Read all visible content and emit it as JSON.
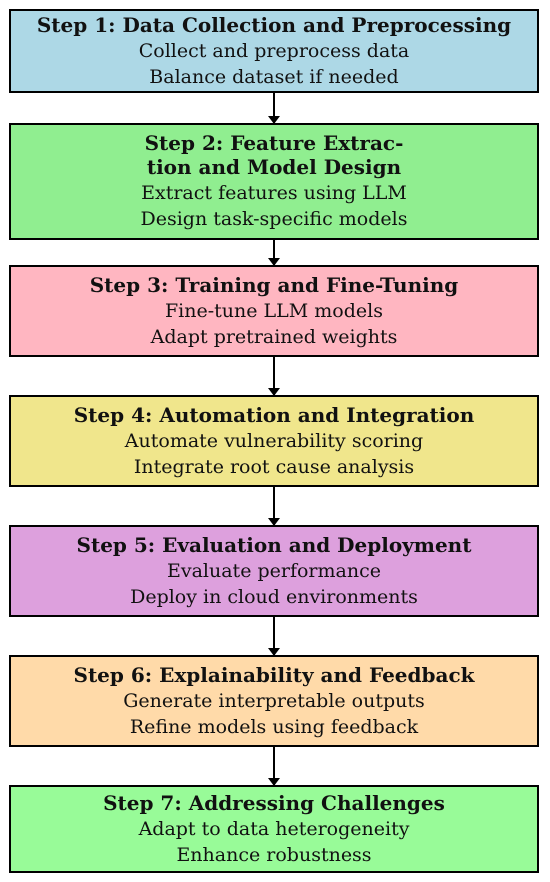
{
  "steps": [
    {
      "title": "Step 1: Data Collection and Preprocessing",
      "lines": [
        "Collect and preprocess data",
        "Balance dataset if needed"
      ],
      "color": "#add8e6"
    },
    {
      "title": "Step 2: Feature Extrac- tion and Model Design",
      "lines": [
        "Extract features using LLM",
        "Design task-specific models"
      ],
      "color": "#90ee90"
    },
    {
      "title": "Step 3: Training and Fine-Tuning",
      "lines": [
        "Fine-tune LLM models",
        "Adapt pretrained weights"
      ],
      "color": "#ffb6c1"
    },
    {
      "title": "Step 4: Automation and Integration",
      "lines": [
        "Automate vulnerability scoring",
        "Integrate root cause analysis"
      ],
      "color": "#f0e68c"
    },
    {
      "title": "Step 5: Evaluation and Deployment",
      "lines": [
        "Evaluate performance",
        "Deploy in cloud environments"
      ],
      "color": "#dda0dd"
    },
    {
      "title": "Step 6: Explainability and Feedback",
      "lines": [
        "Generate interpretable outputs",
        "Refine models using feedback"
      ],
      "color": "#ffdaa9"
    },
    {
      "title": "Step 7: Addressing Challenges",
      "lines": [
        "Adapt to data heterogeneity",
        "Enhance robustness"
      ],
      "color": "#98fb98"
    }
  ]
}
